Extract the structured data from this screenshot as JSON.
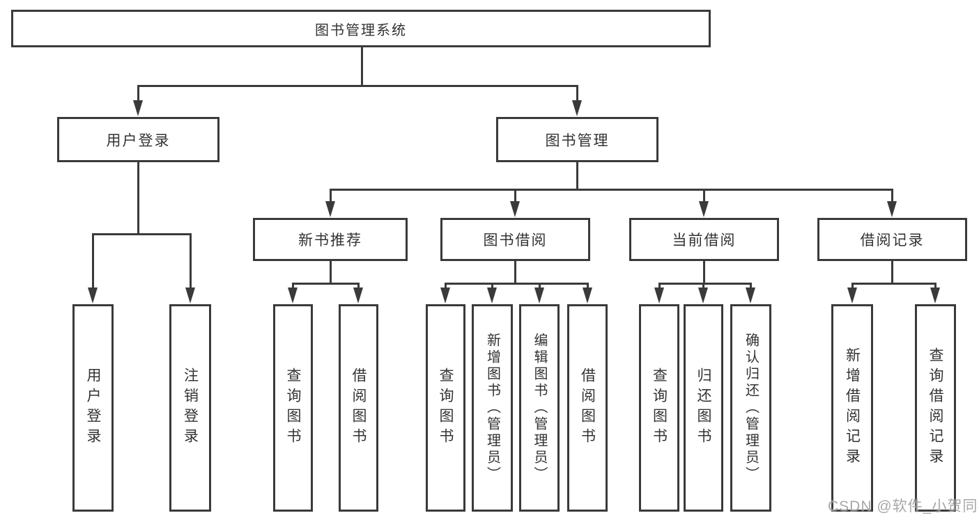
{
  "tree": {
    "label": "图书管理系统",
    "children": [
      {
        "label": "用户登录",
        "children": [
          {
            "label": "用户登录"
          },
          {
            "label": "注销登录"
          }
        ]
      },
      {
        "label": "图书管理",
        "children": [
          {
            "label": "新书推荐",
            "children": [
              {
                "label": "查询图书"
              },
              {
                "label": "借阅图书"
              }
            ]
          },
          {
            "label": "图书借阅",
            "children": [
              {
                "label": "查询图书"
              },
              {
                "label": "新增图书（管理员）"
              },
              {
                "label": "编辑图书（管理员）"
              },
              {
                "label": "借阅图书"
              }
            ]
          },
          {
            "label": "当前借阅",
            "children": [
              {
                "label": "查询图书"
              },
              {
                "label": "归还图书"
              },
              {
                "label": "确认归还（管理员）"
              }
            ]
          },
          {
            "label": "借阅记录",
            "children": [
              {
                "label": "新增借阅记录"
              },
              {
                "label": "查询借阅记录"
              }
            ]
          }
        ]
      }
    ]
  },
  "watermark": "CSDN @软件_小贺同学",
  "colors": {
    "line": "#3a3a3a",
    "text": "#333333",
    "box_background": "#ffffff",
    "watermark": "#9b9b9b"
  }
}
